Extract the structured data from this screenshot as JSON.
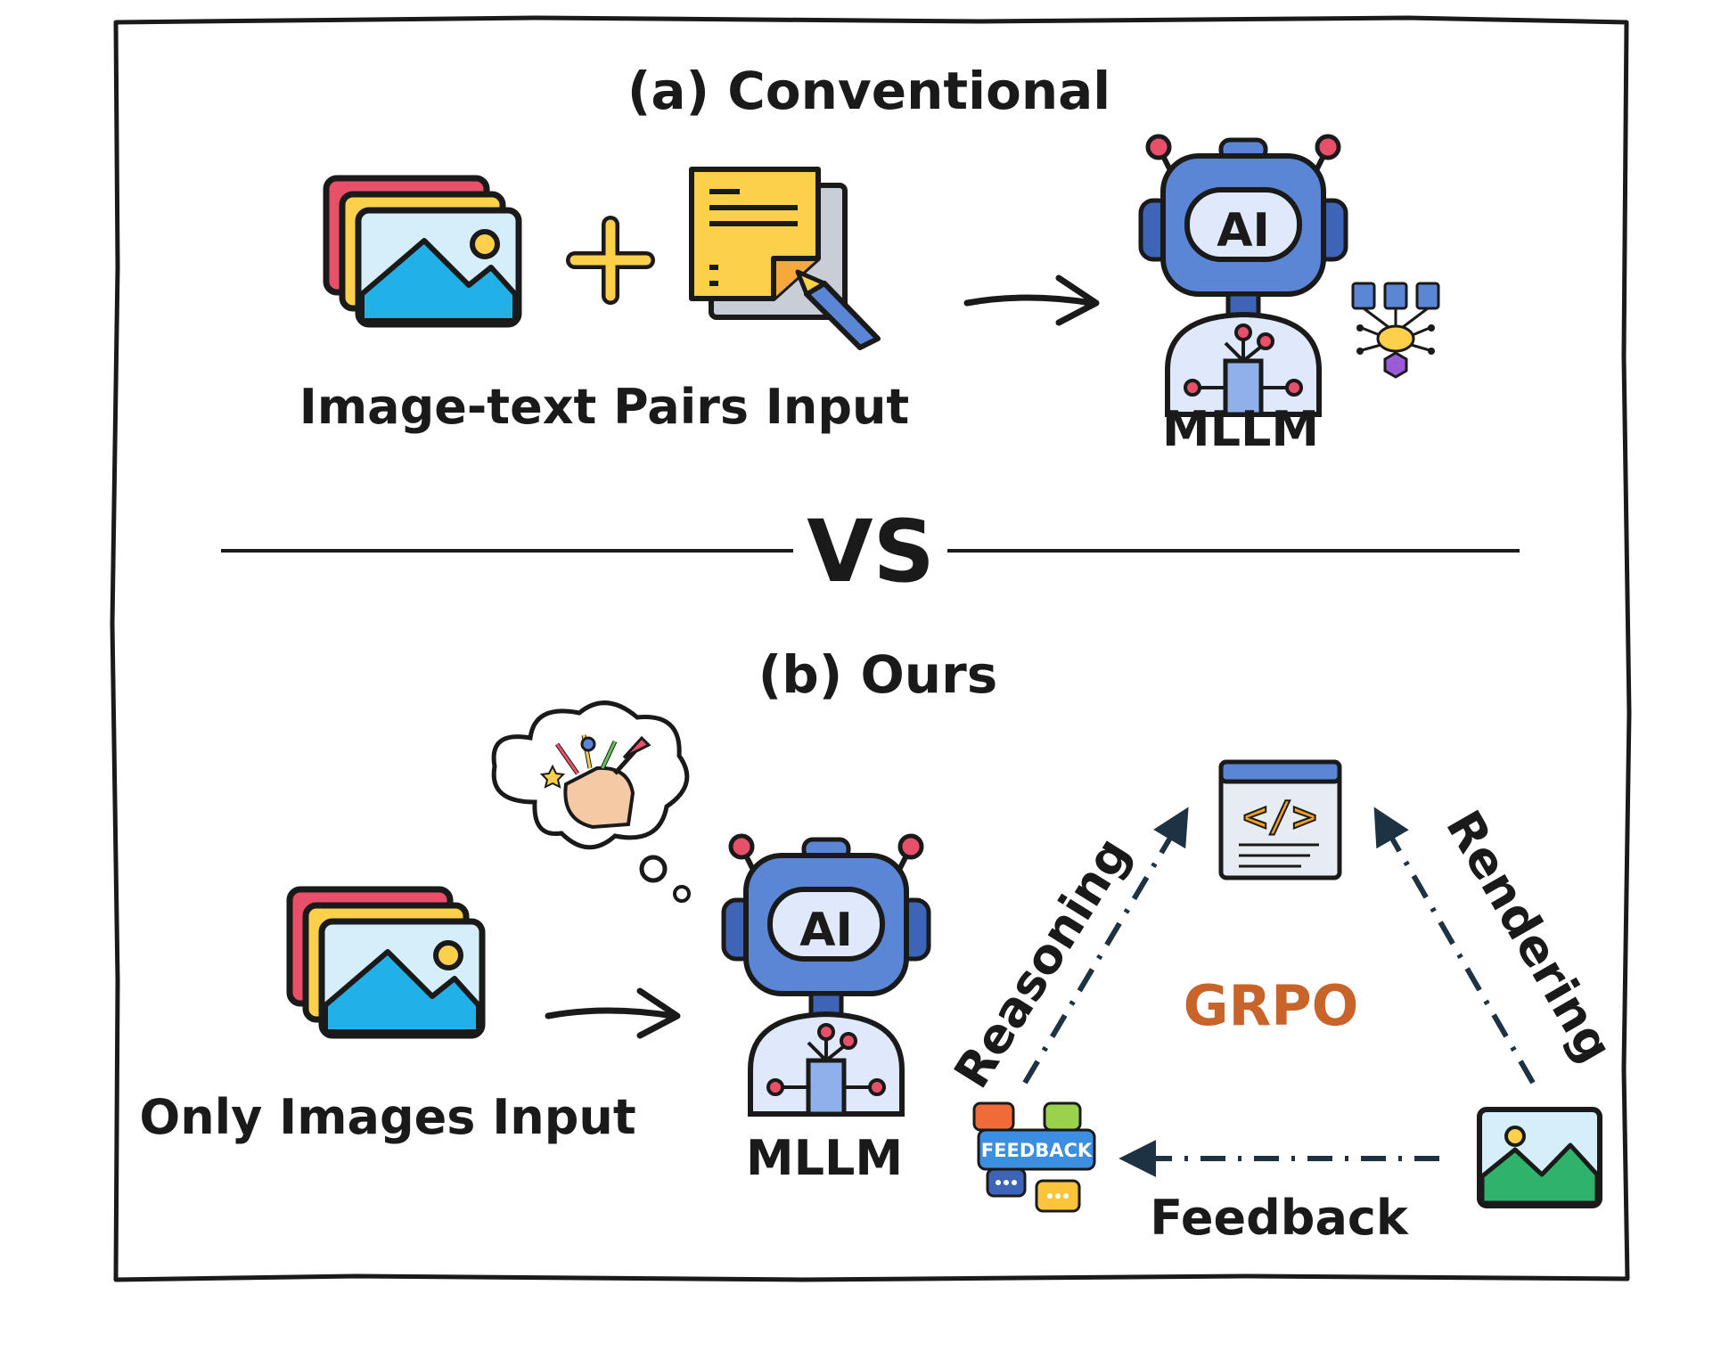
{
  "section_a": {
    "title": "(a) Conventional",
    "input_label": "Image-text Pairs Input",
    "model_label": "MLLM",
    "robot_text": "AI"
  },
  "vs_label": "VS",
  "section_b": {
    "title": "(b) Ours",
    "input_label": "Only Images Input",
    "model_label": "MLLM",
    "robot_text": "AI",
    "center_label": "GRPO",
    "edge_reasoning": "Reasoning",
    "edge_rendering": "Rendering",
    "edge_feedback": "Feedback",
    "feedback_badge": "FEEDBACK",
    "code_glyph": "</>"
  },
  "colors": {
    "outline": "#1a1a1a",
    "grpo": "#c8642a",
    "robot_blue": "#5b86d6",
    "robot_light": "#dfe9fb",
    "image_red": "#e8506a",
    "image_yellow": "#fcd04a",
    "image_blue": "#22b0e8",
    "image_sky": "#d6eefa",
    "arrow_dash": "#1d3344"
  },
  "icons": [
    "image-stack-icon",
    "plus-icon",
    "note-pencil-icon",
    "robot-ai-icon",
    "neural-network-icon",
    "thought-cloud-icon",
    "code-window-icon",
    "feedback-bubbles-icon",
    "image-icon"
  ]
}
